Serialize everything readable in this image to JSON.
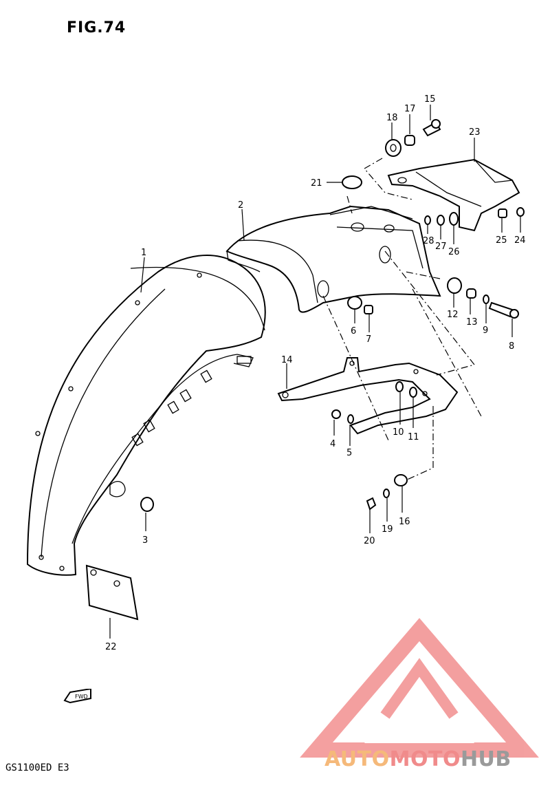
{
  "figure": {
    "title": "FIG.74",
    "model": "GS1100ED  E3",
    "forward_mark": "FWD"
  },
  "watermark": {
    "part1": "AUTO",
    "part2": "MOTO",
    "part3": "HUB",
    "colors": {
      "auto": "#f5b97a",
      "moto": "#f08b8b",
      "hub": "#9a9a9a",
      "triangle": "#f08080"
    }
  },
  "callouts": [
    "1",
    "2",
    "3",
    "4",
    "5",
    "6",
    "7",
    "8",
    "9",
    "10",
    "11",
    "12",
    "13",
    "14",
    "15",
    "16",
    "17",
    "18",
    "19",
    "20",
    "21",
    "22",
    "23",
    "24",
    "25",
    "26",
    "27",
    "28"
  ]
}
